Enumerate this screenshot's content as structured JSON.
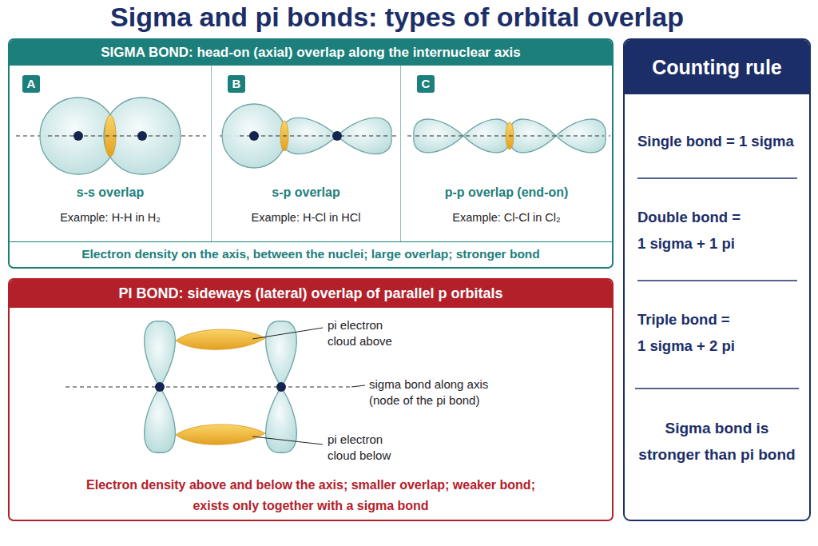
{
  "diagram": {
    "title": "Sigma and pi bonds: types of orbital overlap",
    "nodes": [
      {
        "text": [
          "SIGMA BOND: head-on (axial) overlap along the internuclear axis",
          "Electron density on the axis, between the nuclei; large overlap; stronger bond"
        ]
      },
      {
        "text": [
          "s-s overlap",
          "Example: H-H in H₂"
        ],
        "in": 0
      },
      {
        "text": [
          "A"
        ],
        "in": 1
      },
      {
        "text": [
          "s-p overlap",
          "Example: H-Cl in HCl"
        ],
        "in": 0
      },
      {
        "text": [
          "B"
        ],
        "in": 3
      },
      {
        "text": [
          "p-p overlap (end-on)",
          "Example: Cl-Cl in Cl₂"
        ],
        "in": 0
      },
      {
        "text": [
          "C"
        ],
        "in": 5
      },
      {
        "text": [
          "PI BOND: sideways (lateral) overlap of parallel p orbitals",
          "Electron density above and below the axis; smaller overlap; weaker bond; exists only together with a sigma bond"
        ]
      },
      {
        "text": [
          "Counting rule",
          "Single bond = 1 sigma",
          "Double bond = 1 sigma + 1 pi",
          "Triple bond = 1 sigma + 2 pi",
          "Sigma bond is stronger than pi bond"
        ]
      }
    ],
    "labels": [
      "pi electron cloud above",
      "sigma bond along axis (node of the pi bond)",
      "pi electron cloud below"
    ]
  }
}
